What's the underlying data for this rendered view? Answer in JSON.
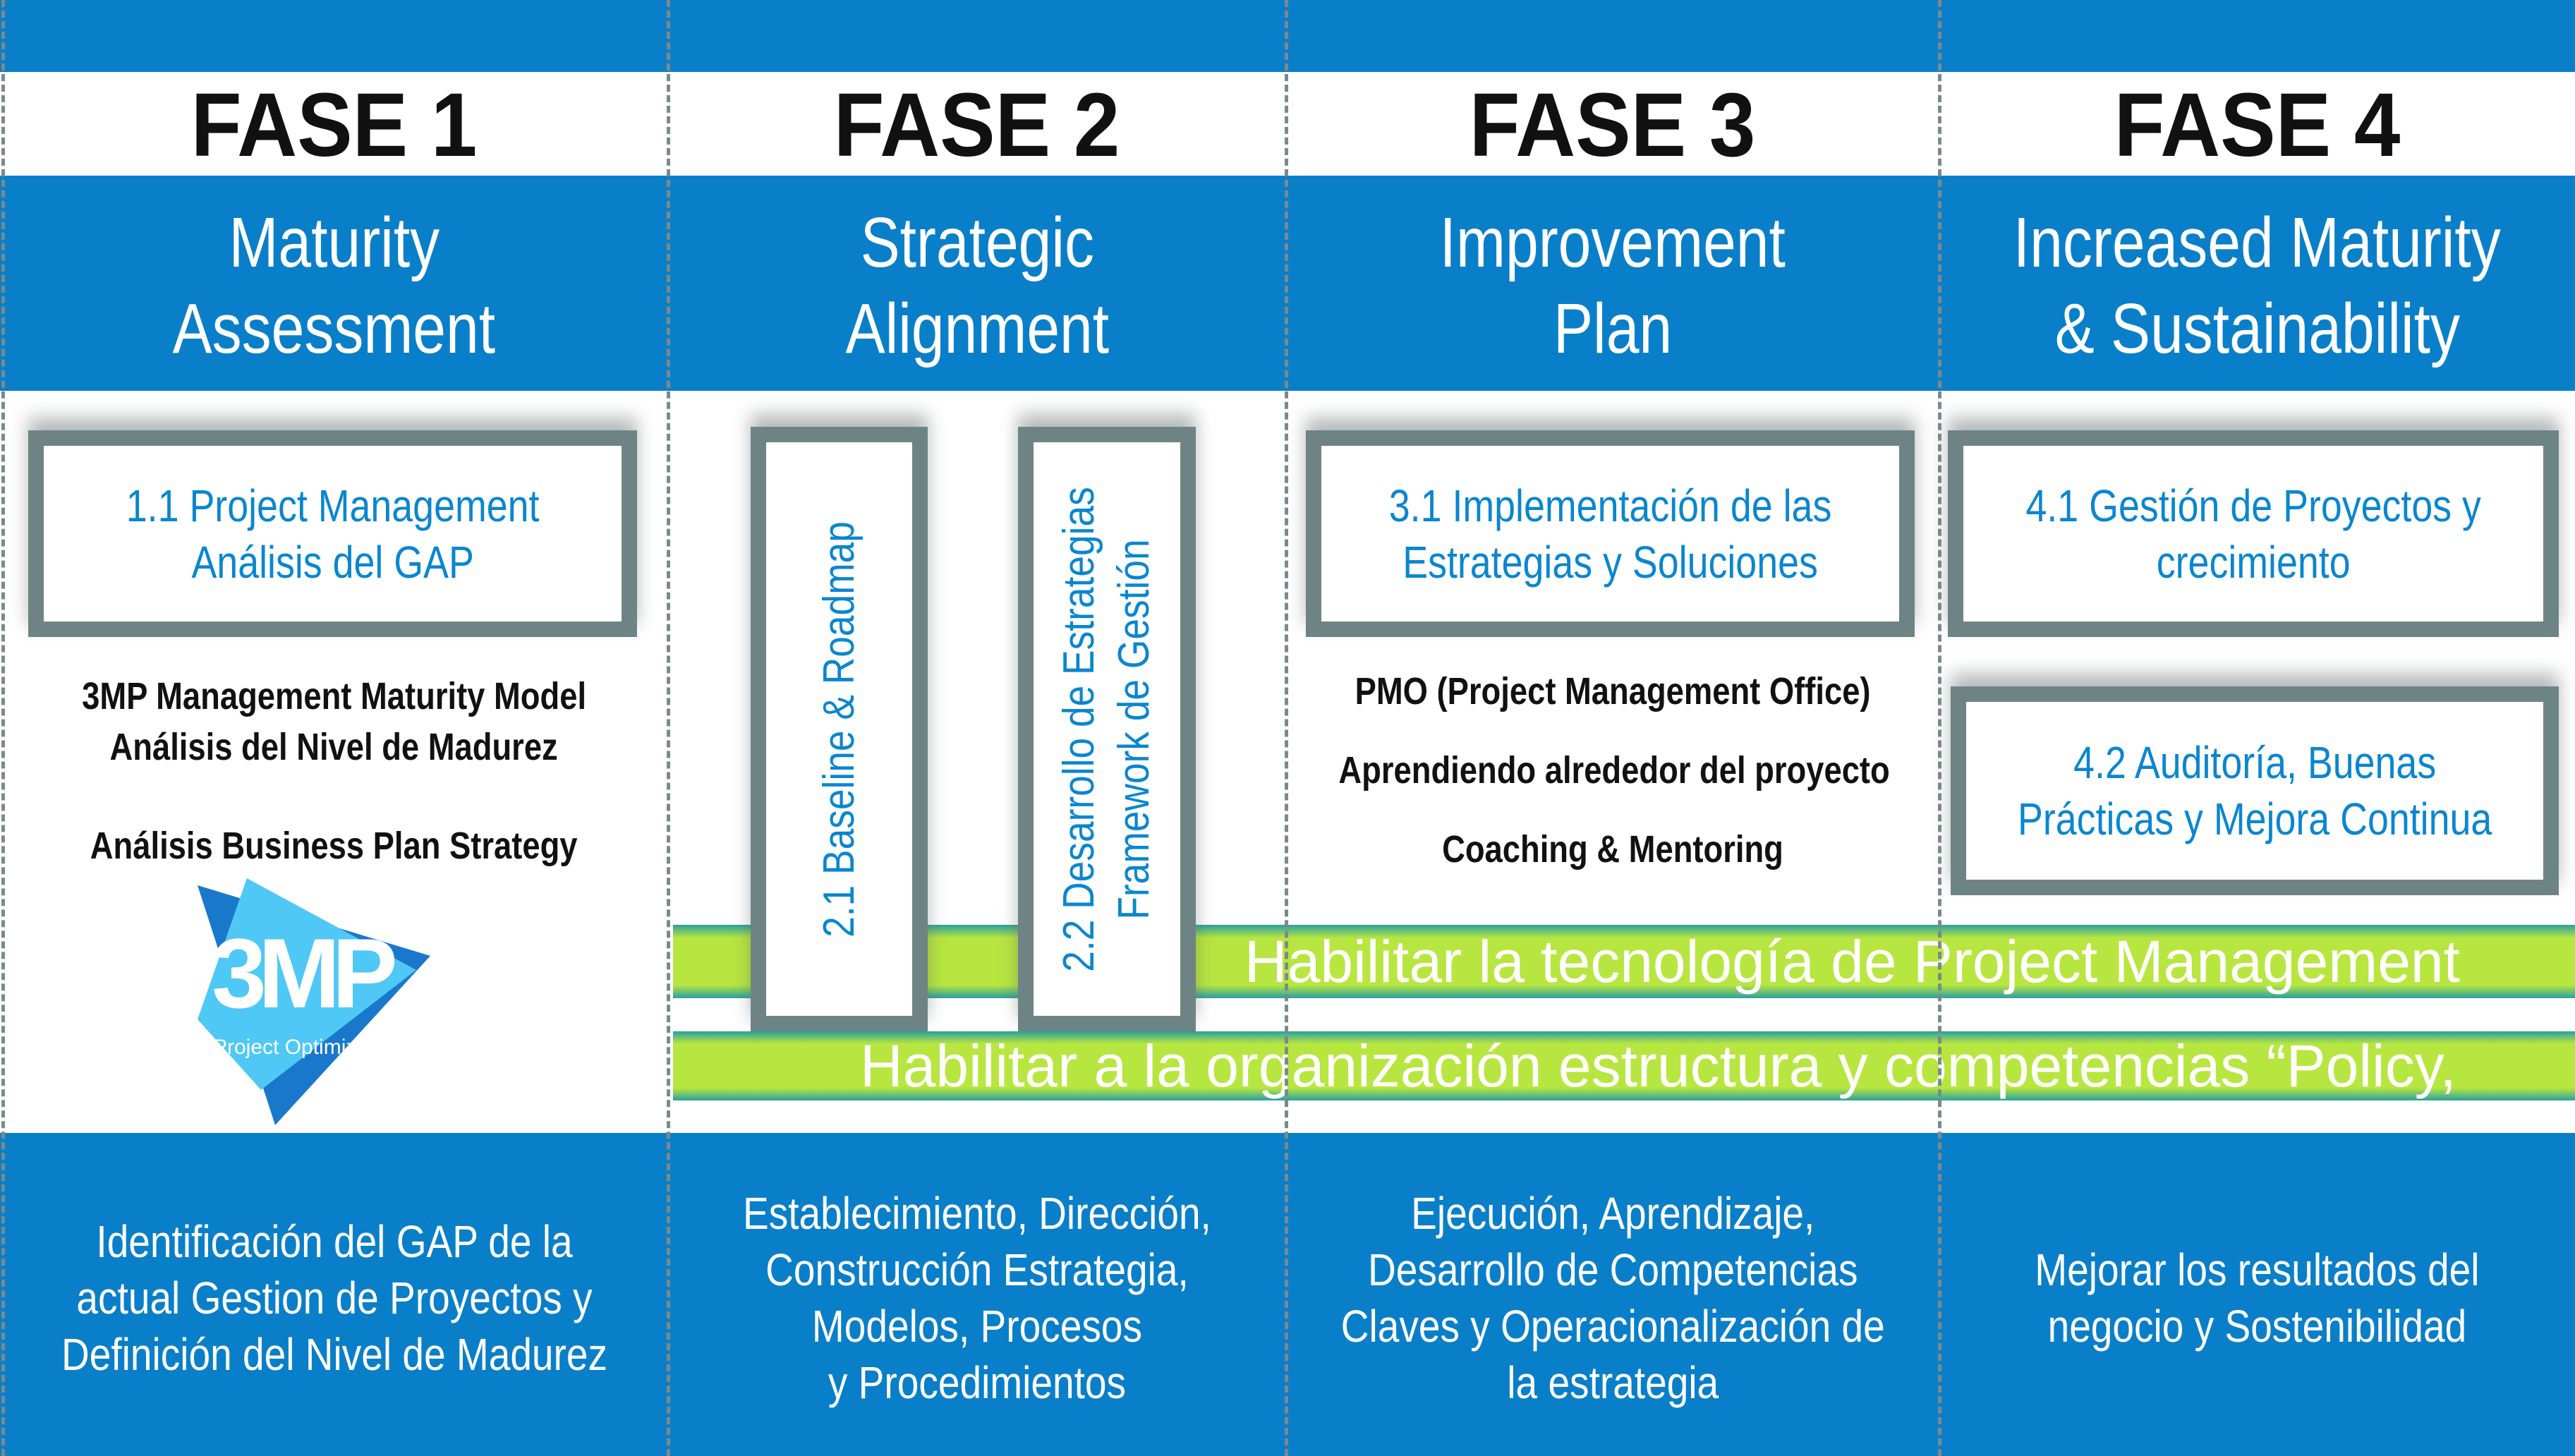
{
  "phases": [
    {
      "label": "FASE 1",
      "title_line1": "Maturity",
      "title_line2": "Assessment",
      "box": {
        "line1": "1.1 Project Management",
        "line2": "Análisis del GAP"
      },
      "notes": [
        "3MP Management Maturity Model",
        "Análisis del Nivel de Madurez",
        "Análisis Business Plan Strategy"
      ],
      "bottom": [
        "Identificación del GAP de la",
        "actual Gestion de Proyectos y",
        "Definición del Nivel de Madurez"
      ]
    },
    {
      "label": "FASE 2",
      "title_line1": "Strategic",
      "title_line2": "Alignment",
      "vboxes": [
        {
          "line1": "2.1 Baseline & Roadmap"
        },
        {
          "line1": "2.2 Desarrollo de Estrategias",
          "line2": "Framework de Gestión"
        }
      ],
      "bottom": [
        "Establecimiento, Dirección,",
        "Construcción Estrategia,",
        "Modelos, Procesos",
        "y Procedimientos"
      ]
    },
    {
      "label": "FASE 3",
      "title_line1": "Improvement",
      "title_line2": "Plan",
      "box": {
        "line1": "3.1 Implementación de las",
        "line2": "Estrategias y Soluciones"
      },
      "notes": [
        "PMO (Project Management Office)",
        "Aprendiendo alrededor del proyecto",
        "Coaching & Mentoring"
      ],
      "bottom": [
        "Ejecución, Aprendizaje,",
        "Desarrollo de Competencias",
        "Claves y Operacionalización de",
        "la estrategia"
      ]
    },
    {
      "label": "FASE 4",
      "title_line1": "Increased Maturity",
      "title_line2": "& Sustainability",
      "box": {
        "line1": "4.1 Gestión de Proyectos y",
        "line2": "crecimiento"
      },
      "box2": {
        "line1": "4.2 Auditoría, Buenas",
        "line2": "Prácticas y Mejora Continua"
      },
      "bottom": [
        "Mejorar los resultados del",
        "negocio y Sostenibilidad"
      ]
    }
  ],
  "bars": [
    "Habilitar la tecnología de Project Management",
    "Habilitar a la organización estructura y competencias “Policy,"
  ],
  "logo": {
    "text": "3MP",
    "subtitle": "Project Optimization"
  },
  "colors": {
    "blue": "#0a7fc9",
    "box_text": "#0a86d0",
    "green": "#b8e640",
    "frame": "#6e8484"
  }
}
